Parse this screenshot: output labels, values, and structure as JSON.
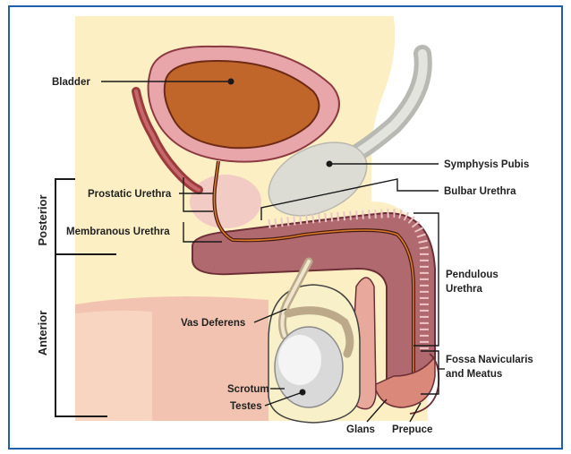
{
  "colors": {
    "border": "#1f5ea8",
    "skin": "#fcefc4",
    "shaft": "#b06a6f",
    "bladder_wall": "#e9a6aa",
    "urine": "#c1662a",
    "bone": "#dcdcd4",
    "scrotum": "#f7f0c8"
  },
  "labels": {
    "bladder": "Bladder",
    "prostatic_urethra": "Prostatic Urethra",
    "membranous_urethra": "Membranous Urethra",
    "symphysis_pubis": "Symphysis Pubis",
    "bulbar_urethra": "Bulbar Urethra",
    "pendulous_urethra_1": "Pendulous",
    "pendulous_urethra_2": "Urethra",
    "vas_deferens": "Vas Deferens",
    "fossa_1": "Fossa Navicularis",
    "fossa_2": "and Meatus",
    "scrotum": "Scrotum",
    "testes": "Testes",
    "glans": "Glans",
    "prepuce": "Prepuce",
    "posterior": "Posterior",
    "anterior": "Anterior"
  }
}
